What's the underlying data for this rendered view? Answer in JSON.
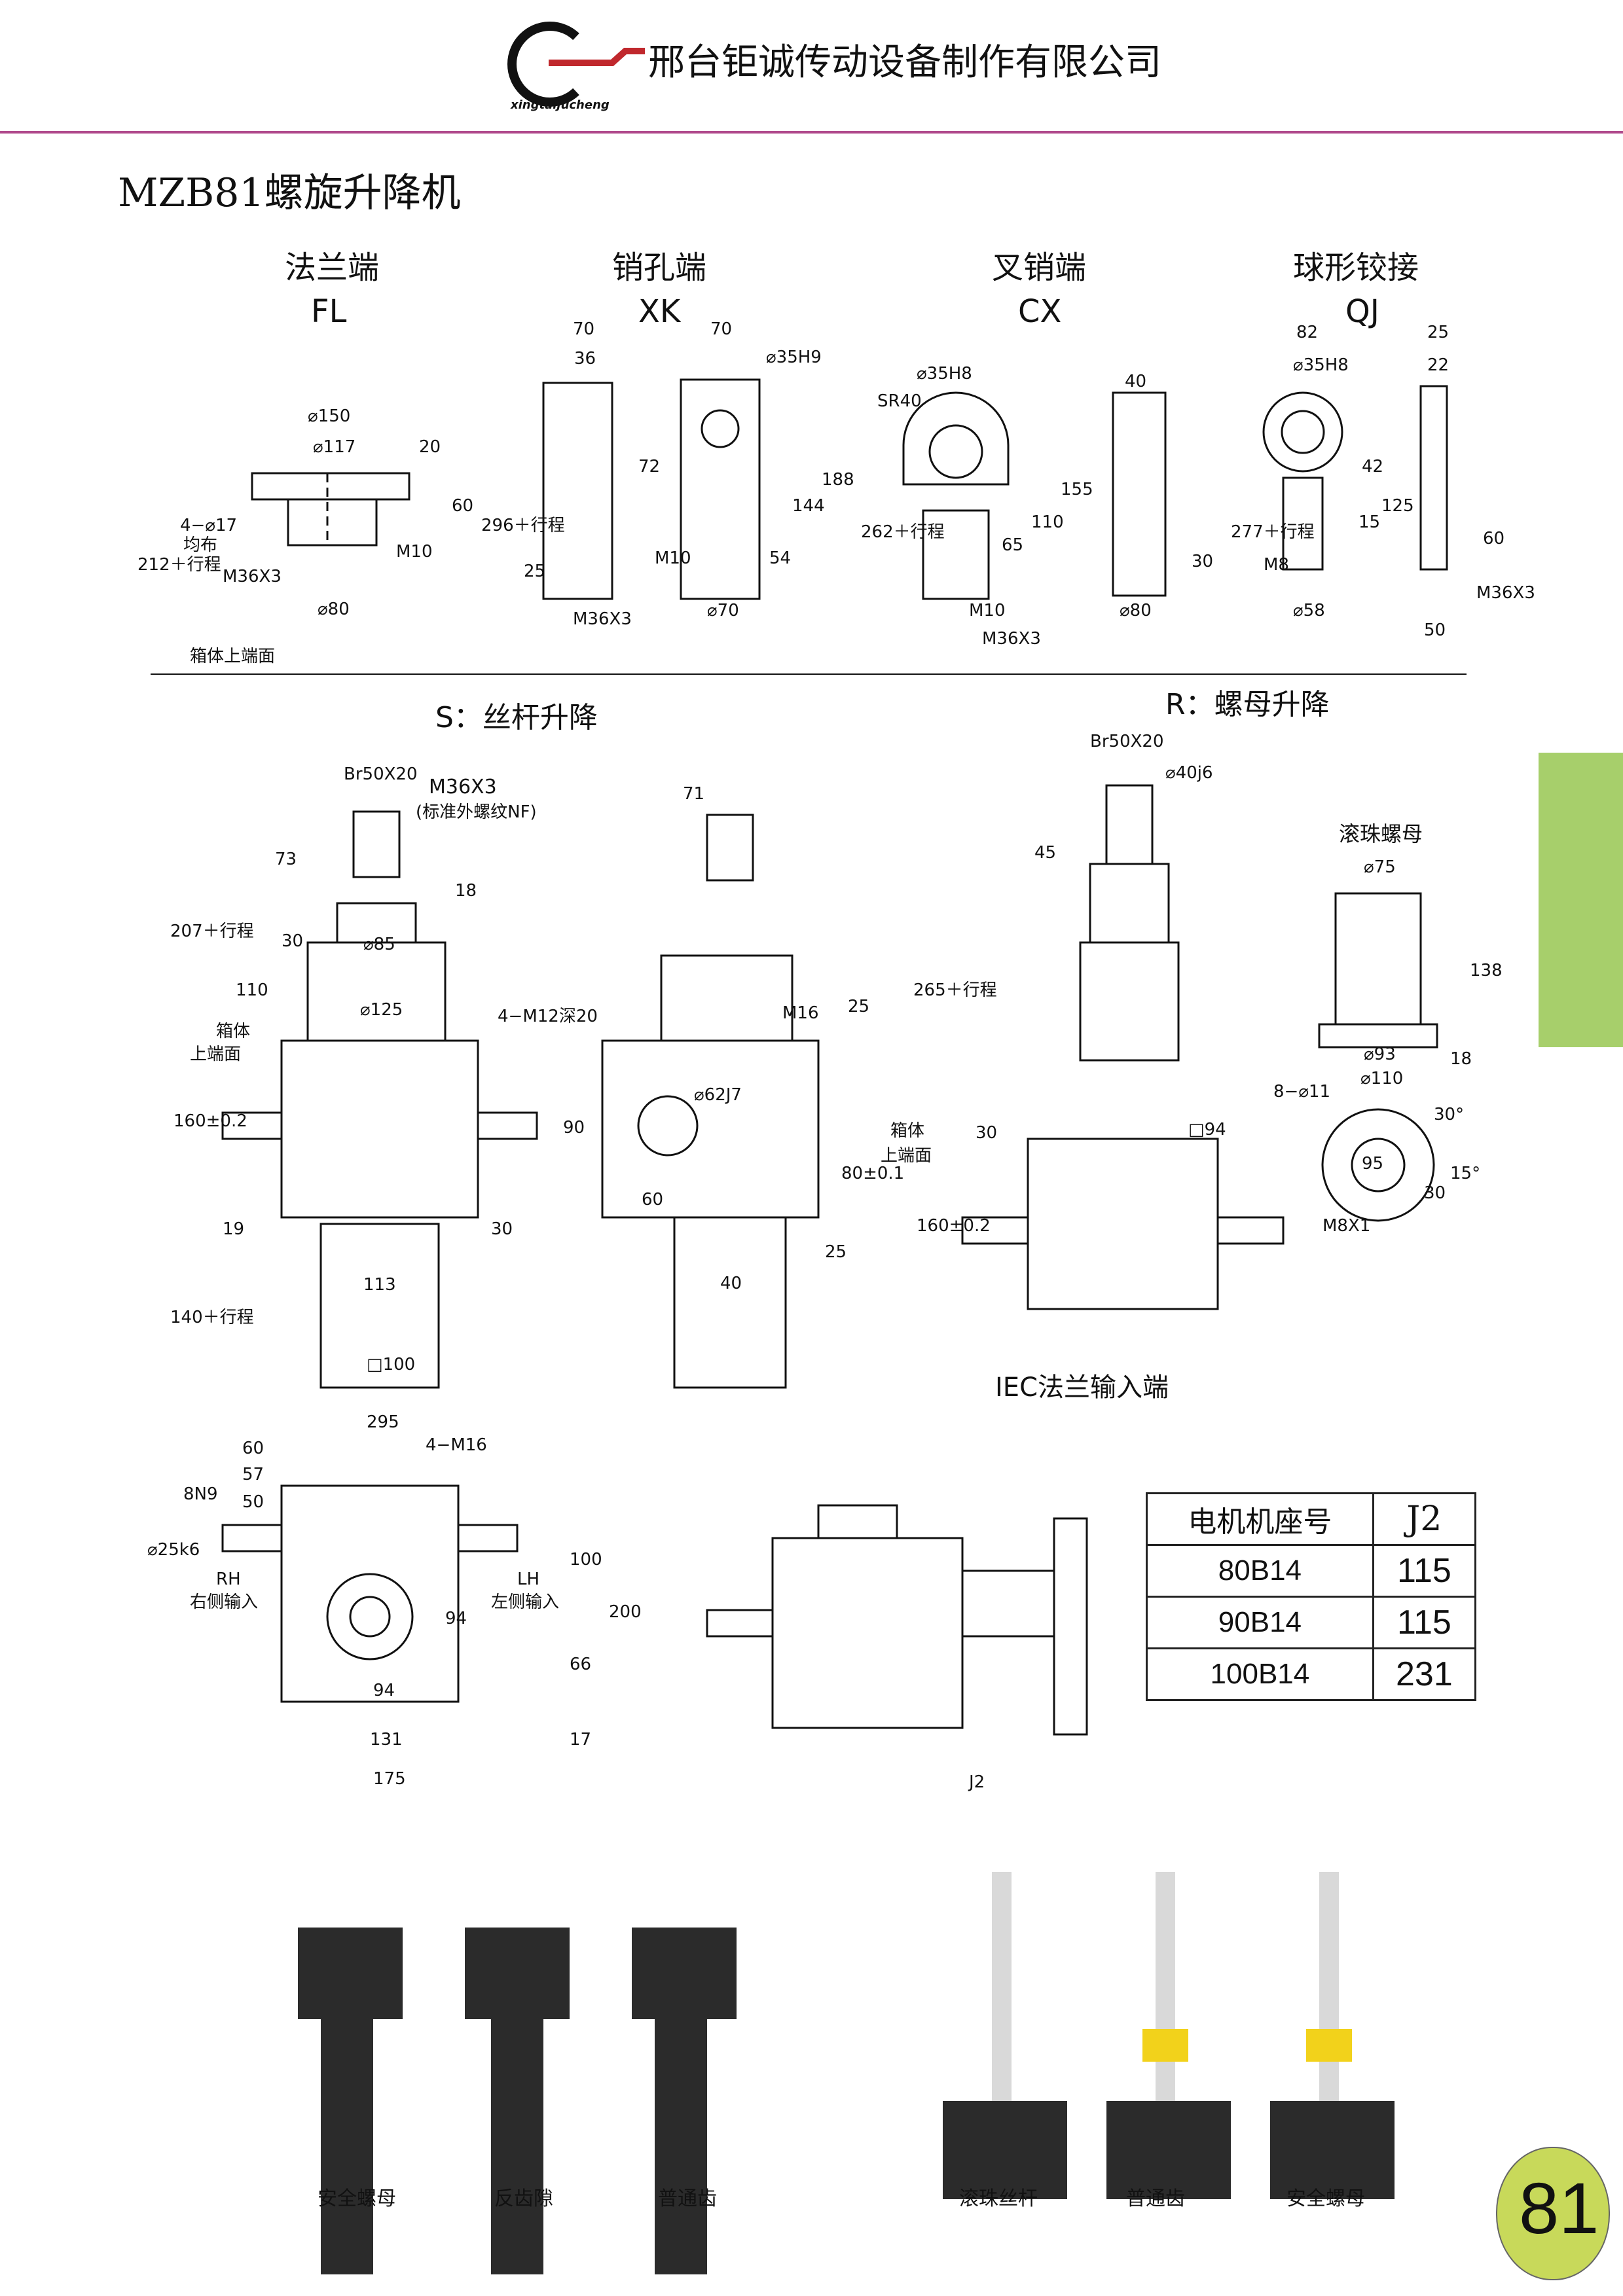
{
  "header": {
    "company": "邢台钜诚传动设备制作有限公司",
    "logo_text": "xingtaijucheng",
    "divider_color": "#b04a8c"
  },
  "page": {
    "title": "MZB81螺旋升降机",
    "number": "81",
    "side_tab_color": "#a7cf6b",
    "page_circle_color": "#c8d95a"
  },
  "end_types": [
    {
      "cn": "法兰端",
      "code": "FL"
    },
    {
      "cn": "销孔端",
      "code": "XK"
    },
    {
      "cn": "叉销端",
      "code": "CX"
    },
    {
      "cn": "球形铰接",
      "code": "QJ"
    }
  ],
  "end_dims": {
    "fl": [
      "⌀150",
      "⌀117",
      "20",
      "60",
      "4−⌀17",
      "均布",
      "M36X3",
      "M10",
      "⌀80",
      "212＋行程",
      "箱体上端面"
    ],
    "xk": [
      "70",
      "36",
      "70",
      "⌀35H9",
      "72",
      "188",
      "144",
      "54",
      "25",
      "M10",
      "M36X3",
      "⌀70",
      "296＋行程"
    ],
    "cx": [
      "⌀35H8",
      "SR40",
      "40",
      "155",
      "110",
      "65",
      "30",
      "M10",
      "M36X3",
      "⌀80",
      "262＋行程"
    ],
    "qj": [
      "82",
      "⌀35H8",
      "25",
      "22",
      "42",
      "125",
      "15",
      "60",
      "M8",
      "⌀58",
      "M36X3",
      "50",
      "277＋行程"
    ]
  },
  "sections": {
    "s": "S：丝杆升降",
    "r": "R：螺母升降"
  },
  "s_dims": [
    "Br50X20",
    "M36X3",
    "(标准外螺纹NF)",
    "73",
    "18",
    "207＋行程",
    "30",
    "⌀85",
    "110",
    "⌀125",
    "箱体",
    "上端面",
    "160±0.2",
    "19",
    "30",
    "113",
    "140＋行程",
    "□100",
    "71",
    "4−M12深20",
    "M16",
    "25",
    "⌀62J7",
    "90",
    "60",
    "80±0.1",
    "25",
    "40"
  ],
  "r_dims": [
    "Br50X20",
    "⌀40j6",
    "45",
    "265＋行程",
    "30",
    "□94",
    "箱体",
    "上端面",
    "160±0.2"
  ],
  "ball_nut": {
    "title": "滚珠螺母",
    "dims": [
      "⌀75",
      "138",
      "⌀93",
      "⌀110",
      "18",
      "8−⌀11",
      "30°",
      "15°",
      "95",
      "M8X1",
      "30"
    ]
  },
  "iec": {
    "title": "IEC法兰输入端",
    "j2": "J2"
  },
  "bottom_dims": [
    "295",
    "60",
    "57",
    "50",
    "8N9",
    "⌀25k6",
    "4−M16",
    "RH",
    "右侧输入",
    "LH",
    "左侧输入",
    "100",
    "200",
    "94",
    "66",
    "94",
    "131",
    "17",
    "175"
  ],
  "motor_table": {
    "headers": [
      "电机机座号",
      "J2"
    ],
    "rows": [
      [
        "80B14",
        "115"
      ],
      [
        "90B14",
        "115"
      ],
      [
        "100B14",
        "231"
      ]
    ]
  },
  "photos_left": [
    "安全螺母",
    "反齿隙",
    "普通齿"
  ],
  "photos_right": [
    "滚珠丝杆",
    "普通齿",
    "安全螺母"
  ],
  "colors": {
    "dark_body": "#2b2b2b",
    "yellow_nut": "#f2d21b",
    "steel": "#d9d9d9"
  }
}
